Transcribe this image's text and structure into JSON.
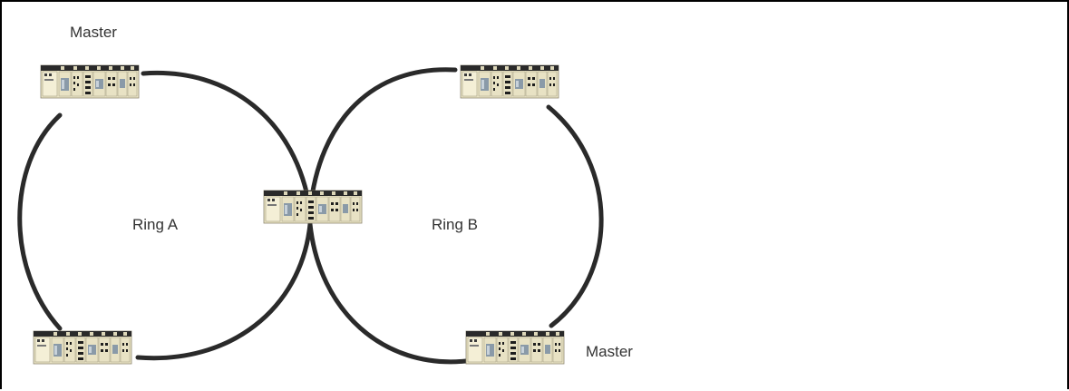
{
  "diagram": {
    "rings": [
      {
        "label": "Ring A",
        "color": "#2a2a2a"
      },
      {
        "label": "Ring B",
        "color": "#2a2a2a"
      }
    ],
    "master_labels": [
      "Master",
      "Master"
    ],
    "device_icon": "network-switch-icon",
    "device_colors": {
      "body": "#eee8c8",
      "dark": "#1e1e1e",
      "port": "#8a9aa8",
      "accent": "#3c3c3c"
    }
  }
}
